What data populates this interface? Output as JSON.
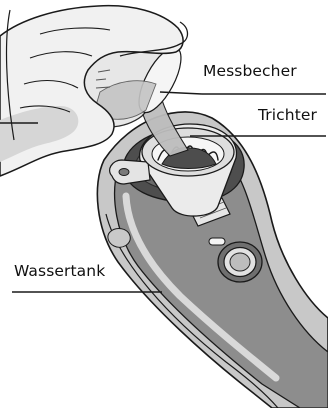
{
  "callouts": {
    "measuring_cup": {
      "text": "Messbecher"
    },
    "funnel": {
      "text": "Trichter"
    },
    "water_tank": {
      "text": "Wassertank"
    }
  },
  "colors": {
    "line": "#1a1a1a",
    "skin": "#f1f1f1",
    "skin_shade": "#d7d7d7",
    "device_body": "#8e8e8e",
    "device_light": "#c6c6c6",
    "device_dark": "#4d4d4d",
    "water": "#b9b9b9",
    "funnel": "#e9e9e9"
  }
}
